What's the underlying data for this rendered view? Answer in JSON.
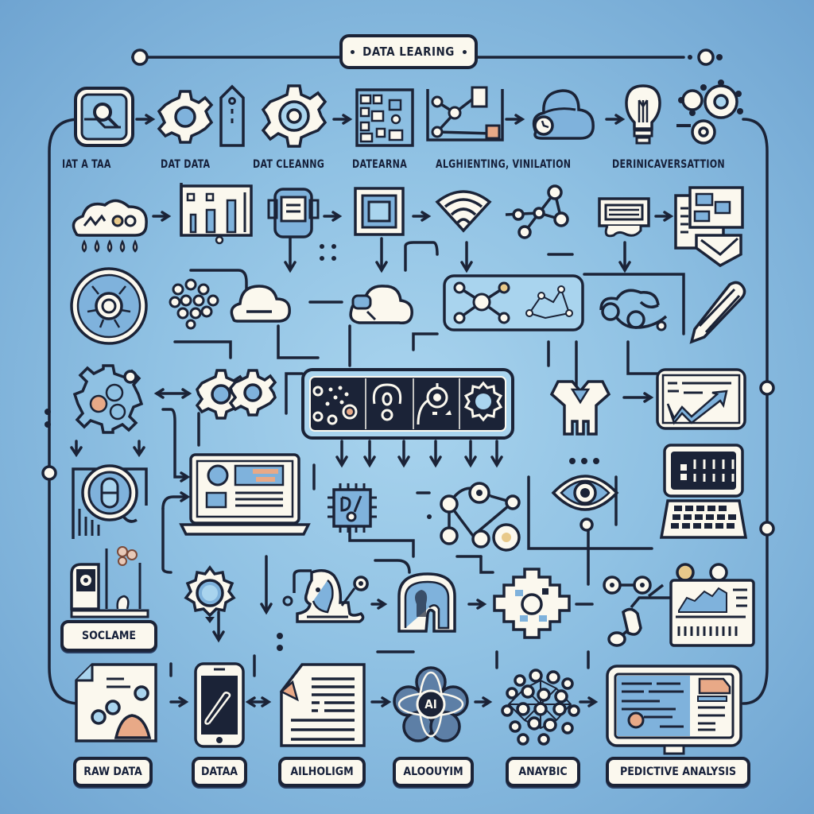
{
  "title": "DATA LEARING",
  "colors": {
    "background": "#8fc1e3",
    "stroke": "#1b2337",
    "fill_light": "#fbf8ee",
    "accent_blue": "#7fb2dc",
    "accent_peach": "#e8a987"
  },
  "top_row": {
    "labels": [
      "IAT A TAA",
      "DAT DATA",
      "DAT CLEANNG",
      "DATEARNA",
      "ALGHIENTING, VINILATION",
      "DERINICAVERSATTION"
    ],
    "icons": [
      "search-window-icon",
      "gear-icon",
      "tag-icon",
      "gear-cleaning-icon",
      "circuit-grid-icon",
      "network-diagram-icon",
      "cloud-person-icon",
      "lightbulb-icon",
      "gears-cluster-icon"
    ]
  },
  "left_column": {
    "badge_label": "SOCLAME",
    "icons": [
      "rain-cloud-icon",
      "target-disc-icon",
      "gears-cluster-icon",
      "magnifier-capsule-icon",
      "camera-device-icon"
    ]
  },
  "center": {
    "panel_icons": [
      "molecule-dots-icon",
      "brain-outline-icon",
      "node-target-icon",
      "sun-gear-icon"
    ],
    "icons": [
      "bar-chart-board-icon",
      "robot-doc-icon",
      "square-frame-icon",
      "wifi-icon",
      "node-graph-icon",
      "message-board-icon",
      "document-stack-icon",
      "cloud-icon",
      "cloud-upload-icon",
      "network-panel-icon",
      "hands-diamond-icon",
      "pencil-icon",
      "dual-gears-icon",
      "laptop-dashboard-icon",
      "chip-icon",
      "node-network-icon",
      "eye-icon",
      "trend-chart-icon",
      "keyboard-terminal-icon",
      "gear-ring-icon",
      "hand-head-icon",
      "magnet-brain-icon",
      "pixel-gear-icon",
      "analytics-chart-icon"
    ]
  },
  "bottom_row": {
    "labels": [
      "RAW DATA",
      "DATAA",
      "AILHOLIGM",
      "ALOOUYIM",
      "ANAYBIC",
      "PEDICTIVE ANALYSIS"
    ],
    "icons": [
      "image-document-icon",
      "smartphone-icon",
      "text-document-icon",
      "ai-atom-icon",
      "neural-cluster-icon",
      "monitor-report-icon"
    ],
    "ai_badge": "AI"
  }
}
